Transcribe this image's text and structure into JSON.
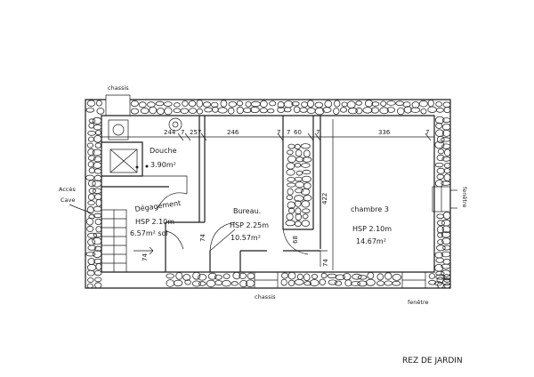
{
  "plan_title": "REZ DE JARDIN",
  "labels": {
    "chassis_top": "chassis",
    "chassis_bottom": "chassis",
    "fenetre_right": "fenêtre",
    "fenetre_bottom": "fenêtre",
    "acces_line1": "Accès",
    "acces_line2": "Cave"
  },
  "rooms": [
    {
      "name": "Douche",
      "area": "3.90m²",
      "hsp": ""
    },
    {
      "name": "Dégagement",
      "area": "6.57m² sol",
      "hsp": "HSP 2.10m"
    },
    {
      "name": "Bureau.",
      "area": "10.57m²",
      "hsp": "HSP 2.25m"
    },
    {
      "name": "chambre 3",
      "area": "14.67m²",
      "hsp": "HSP 2.10m"
    }
  ],
  "dimensions": {
    "top_a": "244",
    "top_b": "7",
    "top_c": "257",
    "top_d": "246",
    "top_e": "7",
    "top_f": "7",
    "top_g": "60",
    "top_h": "7",
    "top_i": "336",
    "top_j": "7",
    "height_chambre": "422",
    "door_bureau": "74",
    "door_bureau_right": "68",
    "door_bottom_left": "74",
    "door_chambre": "74"
  }
}
